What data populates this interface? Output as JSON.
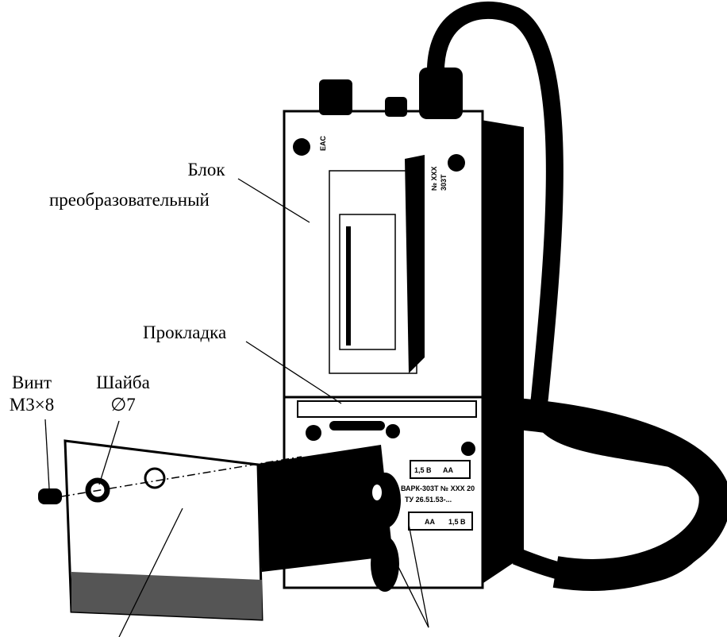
{
  "labels": {
    "block_line1": "Блок",
    "block_line2": "преобразовательный",
    "gasket": "Прокладка",
    "screw_line1": "Винт",
    "screw_line2": "М3×8",
    "washer_line1": "Шайба",
    "washer_line2": "∅7"
  },
  "device_markings": {
    "cert": "EAC",
    "serial": "№ XXX",
    "model_short": "303Т",
    "battery_voltage": "1,5 В",
    "battery_type": "АА",
    "model_plate": "ВАРК-303Т № XXX 20",
    "spec": "ТУ 26.51.53-..."
  }
}
